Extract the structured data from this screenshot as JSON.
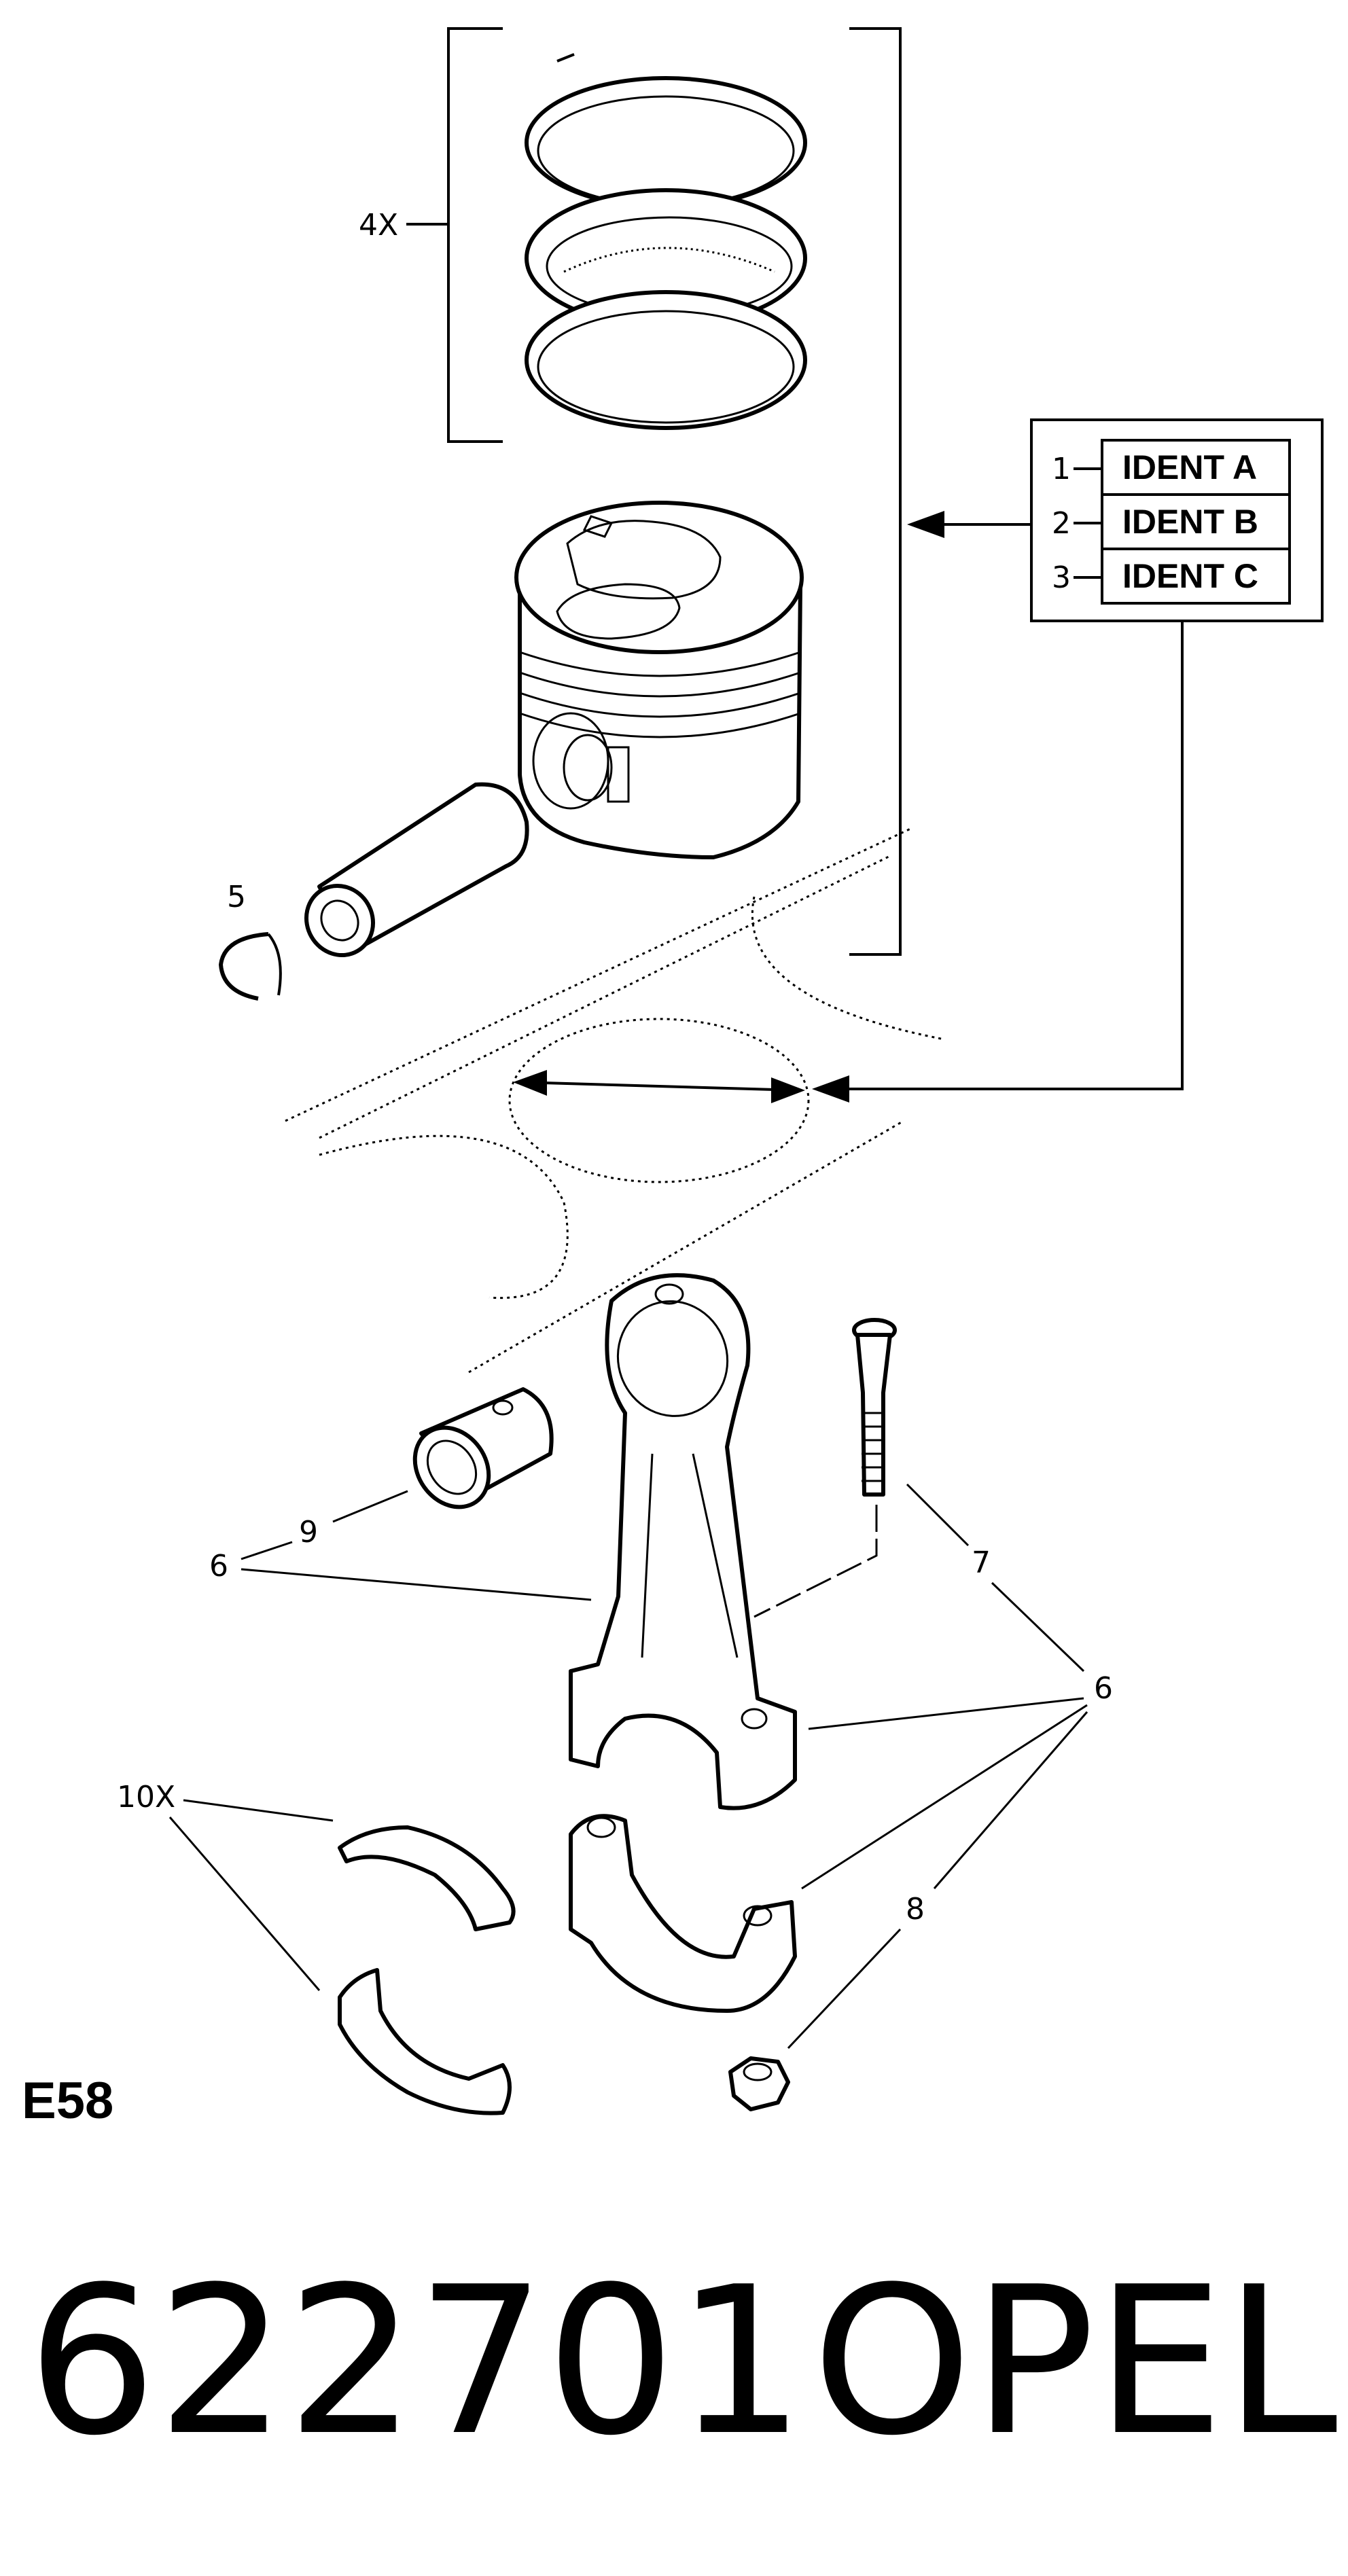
{
  "diagram": {
    "callouts": {
      "rings_qty": "4X",
      "pin_clip": "5",
      "con_rod_upper": "6",
      "bushing": "9",
      "bolt": "7",
      "con_rod_right": "6",
      "nut": "8",
      "bearings_qty": "10X"
    },
    "ident_table": {
      "rows": [
        {
          "num": "1",
          "label": "IDENT A"
        },
        {
          "num": "2",
          "label": "IDENT B"
        },
        {
          "num": "3",
          "label": "IDENT C"
        }
      ]
    },
    "figure_code": "E58"
  },
  "footer": {
    "part_number": "622701",
    "brand": "OPEL"
  }
}
